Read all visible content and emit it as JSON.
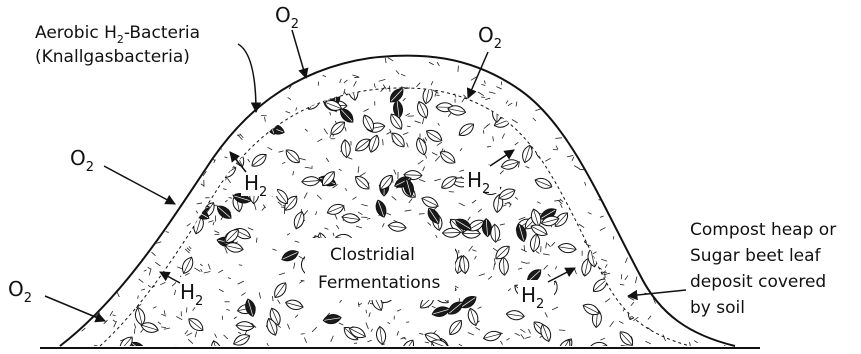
{
  "labels": {
    "aerobic_main": "Aerobic H",
    "aerobic_sub": "2",
    "aerobic_rest": "-Bacteria",
    "knallgas": "(Knallgasbacteria)",
    "clostridial_line1": "Clostridial",
    "clostridial_line2": "Fermentations",
    "compost_line1": "Compost heap or",
    "compost_line2": "Sugar beet leaf",
    "compost_line3": "deposit covered",
    "compost_line4": "by soil"
  },
  "gases": {
    "oxygen": "O",
    "oxygen_sub": "2",
    "hydrogen": "H",
    "hydrogen_sub": "2"
  },
  "colors": {
    "ink": "#111111",
    "background": "#ffffff",
    "leaf_dark": "#1a1a1a"
  }
}
